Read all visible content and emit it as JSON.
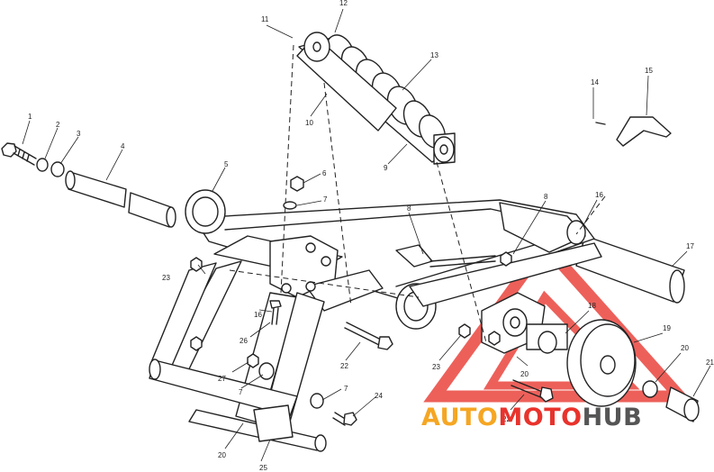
{
  "diagram": {
    "callouts": [
      "1",
      "2",
      "3",
      "4",
      "5",
      "6",
      "7",
      "8",
      "9",
      "10",
      "11",
      "12",
      "13",
      "14",
      "15",
      "16",
      "17",
      "18",
      "19",
      "20",
      "21",
      "22",
      "23",
      "24",
      "25",
      "26",
      "27"
    ],
    "watermark": {
      "part1": "AUTO",
      "part2": "MOTO",
      "part3": "HUB",
      "color_part1": "#f5a623",
      "color_part2": "#e8332c",
      "color_part3": "#555555",
      "triangle_color": "#e8332c"
    }
  }
}
